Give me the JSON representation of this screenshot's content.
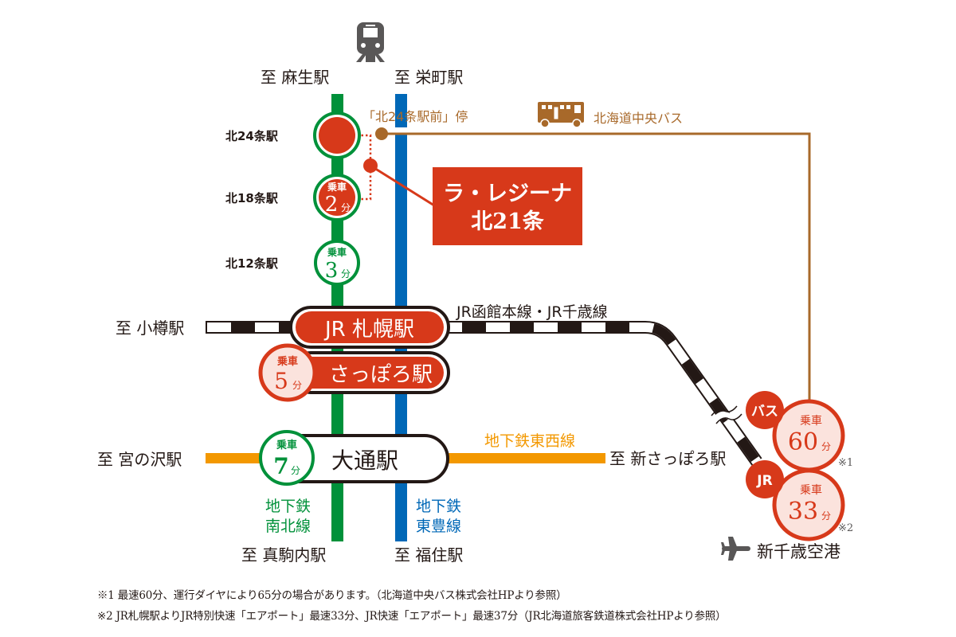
{
  "colors": {
    "namboku": "#00913A",
    "toho": "#0068B7",
    "tozai": "#F39800",
    "bus": "#A8692A",
    "accent": "#D7391A",
    "pale": "#FBE3DD",
    "ink": "#231815",
    "icon": "#595757"
  },
  "icons": {
    "train": "train-icon",
    "bus": "bus-icon",
    "plane": "airplane-icon"
  },
  "north": {
    "to_asabu": "至 麻生駅",
    "to_sakaemachi": "至 栄町駅"
  },
  "stations": {
    "kita24": "北24条駅",
    "kita18": "北18条駅",
    "kita12": "北12条駅",
    "jr_sapporo": "JR 札幌駅",
    "sapporo": "さっぽろ駅",
    "odori": "大通駅"
  },
  "rides": {
    "label": "乗車",
    "kita18": {
      "num": "2",
      "unit": "分"
    },
    "kita12": {
      "num": "3",
      "unit": "分"
    },
    "sapporo": {
      "num": "5",
      "unit": "分"
    },
    "odori": {
      "num": "7",
      "unit": "分"
    },
    "bus": {
      "num": "60",
      "unit": "分",
      "tag": "バス",
      "note": "※1"
    },
    "jr": {
      "num": "33",
      "unit": "分",
      "tag": "JR",
      "note": "※2"
    }
  },
  "bus_stop": "「北24条駅前」停",
  "bus_company": "北海道中央バス",
  "property": {
    "line1": "ラ・レジーナ",
    "line2": "北21条"
  },
  "jr_line": {
    "name": "JR函館本線・JR千歳線",
    "to_otaru": "至 小樽駅"
  },
  "tozai": {
    "name": "地下鉄東西線",
    "to_miyanosawa": "至 宮の沢駅",
    "to_shin_sapporo": "至 新さっぽろ駅"
  },
  "south": {
    "namboku_line1": "地下鉄",
    "namboku_line2": "南北線",
    "toho_line1": "地下鉄",
    "toho_line2": "東豊線",
    "to_makomanai": "至 真駒内駅",
    "to_fukuzumi": "至 福住駅"
  },
  "airport": "新千歳空港",
  "notes": [
    "※1 最速60分、運行ダイヤにより65分の場合があります。（北海道中央バス株式会社HPより参照）",
    "※2 JR札幌駅よりJR特別快速「エアポート」最速33分、JR快速「エアポート」最速37分（JR北海道旅客鉄道株式会社HPより参照）"
  ]
}
